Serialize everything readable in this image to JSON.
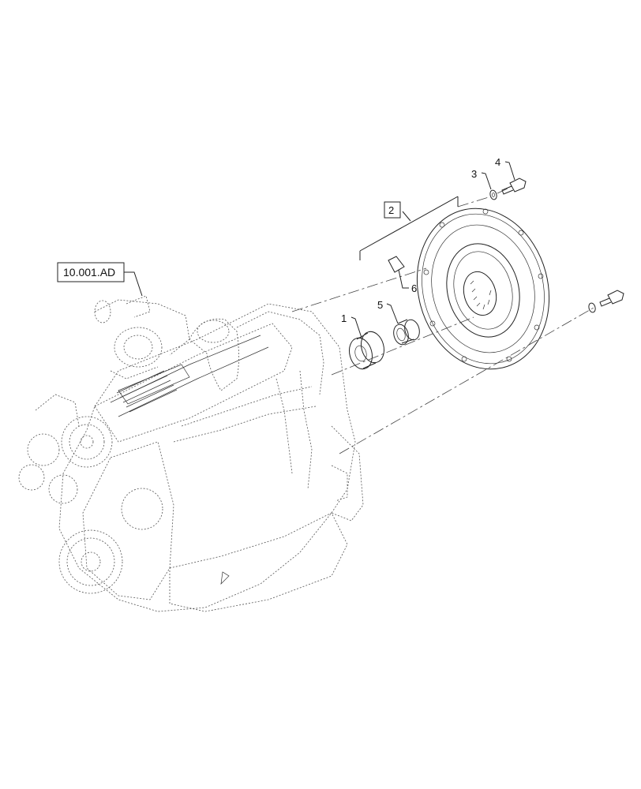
{
  "reference_box": {
    "label": "10.001.AD"
  },
  "callouts": [
    {
      "id": "1",
      "label": "1"
    },
    {
      "id": "2",
      "label": "2"
    },
    {
      "id": "3",
      "label": "3"
    },
    {
      "id": "4",
      "label": "4"
    },
    {
      "id": "5",
      "label": "5"
    },
    {
      "id": "6",
      "label": "6"
    }
  ],
  "colors": {
    "line": "#222222",
    "background": "#ffffff"
  }
}
